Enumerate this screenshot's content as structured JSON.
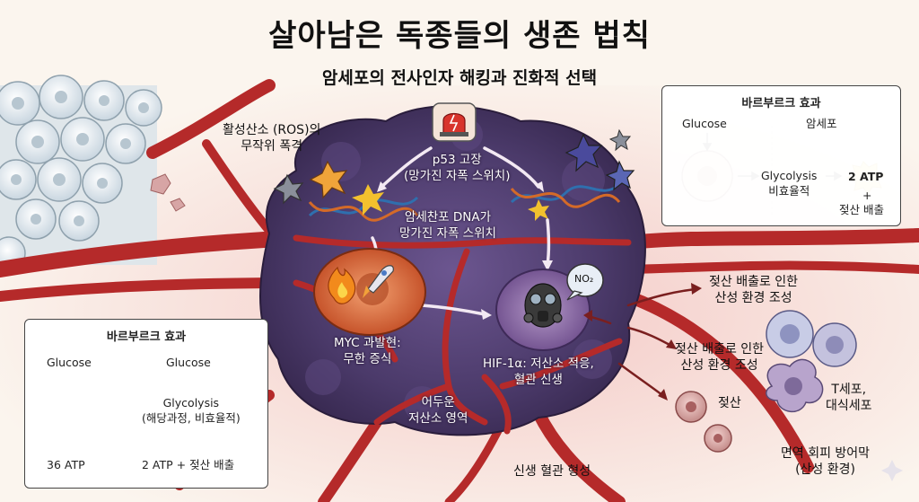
{
  "title": "살아남은 독종들의 생존 법칙",
  "subtitle": "암세포의 전사인자 해킹과 진화적 선택",
  "labels": {
    "ros": "활성산소 (ROS)의\n무작위 폭격",
    "p53": "p53 고장\n(망가진 자폭 스위치)",
    "dna": "암세찬포 DNA가\n망가진 자폭 스위치",
    "myc": "MYC 과발현:\n무한 증식",
    "hif": "HIF-1α: 저산소 적응,\n혈관 신생",
    "dark": "어두운\n저산소 영역",
    "lactate_env_1": "젖산 배출로 인한\n산성 환경 조성",
    "lactate_env_2": "젖산 배출로 인한\n산성 환경 조성",
    "lactate": "젖산",
    "tcell": "T세포,\n대식세포",
    "immune": "면역 회피 방어막\n(산성 환경)",
    "angio": "신생 혈관 형성",
    "no2": "NO₂"
  },
  "left_box": {
    "title": "바르부르크 효과",
    "col1_top": "Glucose",
    "col1_bottom": "36 ATP",
    "col2_top": "Glucose",
    "col2_mid": "Glycolysis\n(해당과정, 비효율적)",
    "col2_bottom": "2 ATP + 젖산 배출"
  },
  "right_box": {
    "title": "바르부르크 효과",
    "glucose": "Glucose",
    "cancer": "암세포",
    "glycolysis": "Glycolysis\n비효율적",
    "atp": "2 ATP",
    "plus": "+",
    "lactate_out": "젖산 배출"
  },
  "colors": {
    "vessel": "#b52a2a",
    "tumor": "#4b3a6a",
    "cell_orange": "#d9622e",
    "atp_yellow": "#f3d34a"
  }
}
